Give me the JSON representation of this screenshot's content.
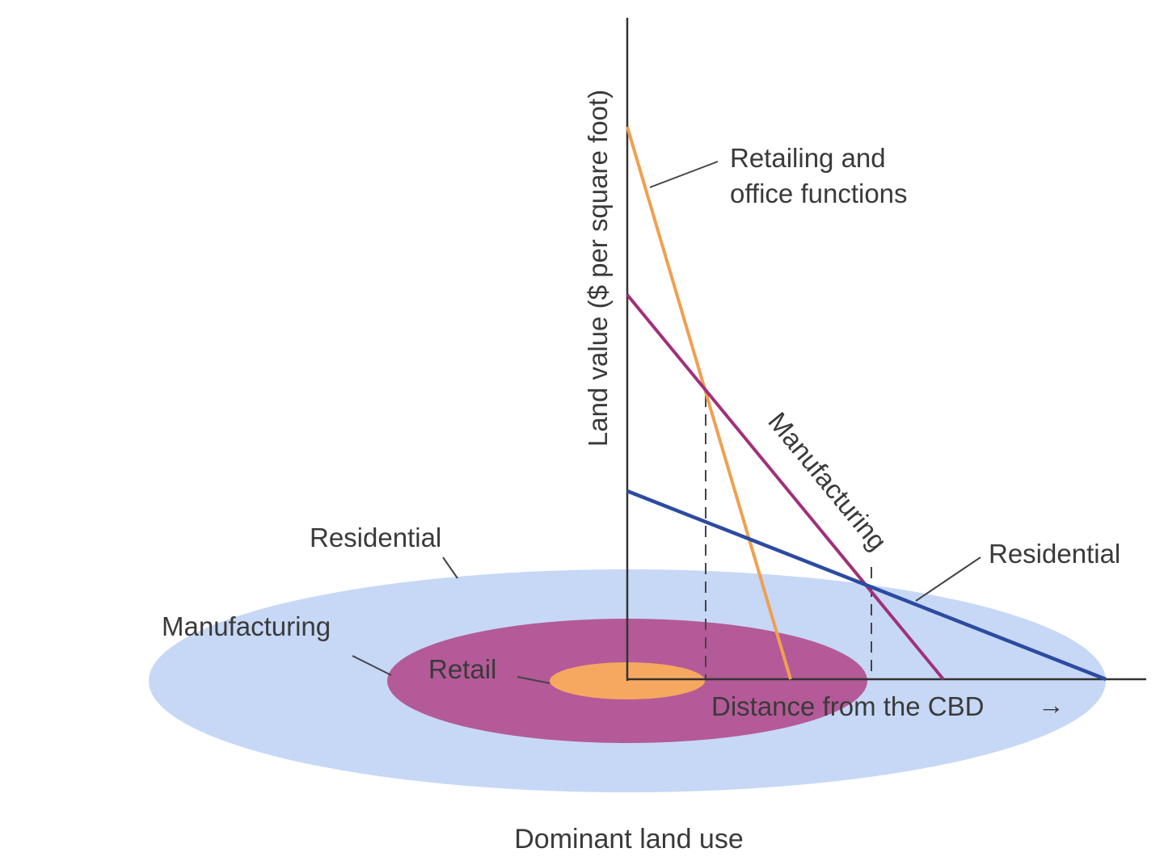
{
  "axes": {
    "y_label": "Land value ($ per square foot)",
    "x_label": "Distance from the CBD",
    "x_arrow": "→"
  },
  "curves": {
    "retail": {
      "label_line1": "Retailing and",
      "label_line2": "office functions",
      "color": "#f0a050"
    },
    "manufacturing": {
      "label": "Manufacturing",
      "color": "#a0307a"
    },
    "residential": {
      "label": "Residential",
      "color": "#2c4ba0"
    }
  },
  "zones": {
    "residential": {
      "label": "Residential",
      "color": "#c6d8f6"
    },
    "manufacturing": {
      "label": "Manufacturing",
      "color": "#b45a98"
    },
    "retail": {
      "label": "Retail",
      "color": "#f7a860"
    }
  },
  "caption": "Dominant land use"
}
